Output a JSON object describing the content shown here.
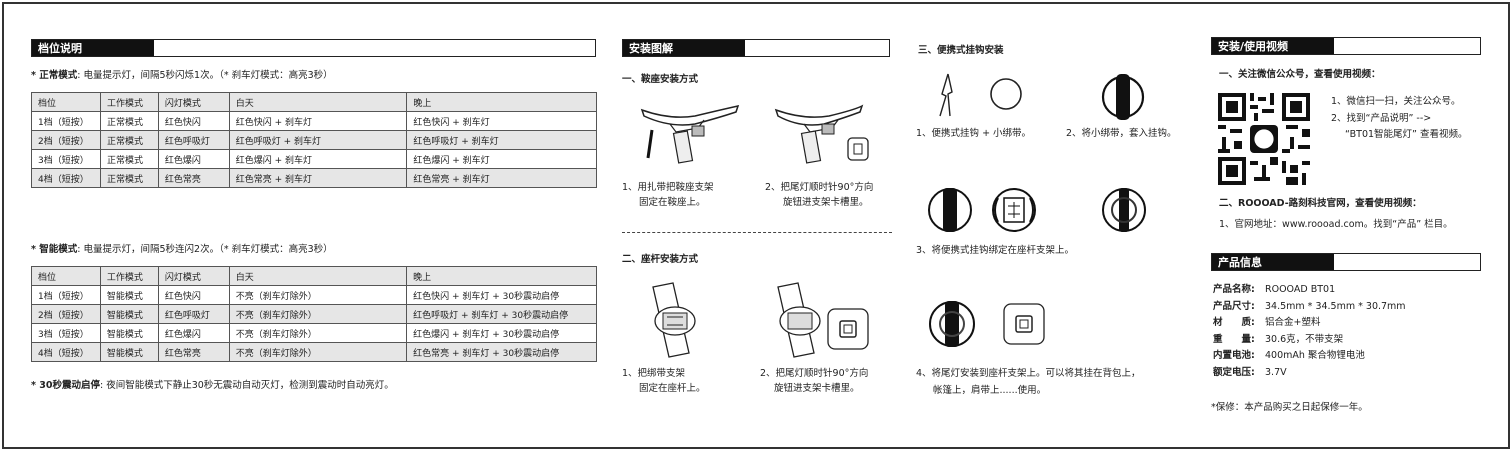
{
  "left": {
    "header": "档位说明",
    "normal_note_bold": "* 正常模式",
    "normal_note": ": 电量提示灯，间隔5秒闪烁1次。（* 刹车灯模式：高亮3秒）",
    "normal_table": {
      "headers": [
        "档位",
        "工作模式",
        "闪灯模式",
        "白天",
        "晚上"
      ],
      "rows": [
        [
          "1档（短按）",
          "正常模式",
          "红色快闪",
          "红色快闪 + 刹车灯",
          "红色快闪 + 刹车灯"
        ],
        [
          "2档（短按）",
          "正常模式",
          "红色呼吸灯",
          "红色呼吸灯 + 刹车灯",
          "红色呼吸灯 + 刹车灯"
        ],
        [
          "3档（短按）",
          "正常模式",
          "红色爆闪",
          "红色爆闪 + 刹车灯",
          "红色爆闪 + 刹车灯"
        ],
        [
          "4档（短按）",
          "正常模式",
          "红色常亮",
          "红色常亮 + 刹车灯",
          "红色常亮 + 刹车灯"
        ]
      ]
    },
    "smart_note_bold": "* 智能模式",
    "smart_note": ": 电量提示灯，间隔5秒连闪2次。（* 刹车灯模式：高亮3秒）",
    "smart_table": {
      "headers": [
        "档位",
        "工作模式",
        "闪灯模式",
        "白天",
        "晚上"
      ],
      "rows": [
        [
          "1档（短按）",
          "智能模式",
          "红色快闪",
          "不亮（刹车灯除外）",
          "红色快闪 + 刹车灯 + 30秒震动启停"
        ],
        [
          "2档（短按）",
          "智能模式",
          "红色呼吸灯",
          "不亮（刹车灯除外）",
          "红色呼吸灯 + 刹车灯 + 30秒震动启停"
        ],
        [
          "3档（短按）",
          "智能模式",
          "红色爆闪",
          "不亮（刹车灯除外）",
          "红色爆闪 + 刹车灯 + 30秒震动启停"
        ],
        [
          "4档（短按）",
          "智能模式",
          "红色常亮",
          "不亮（刹车灯除外）",
          "红色常亮 + 刹车灯 + 30秒震动启停"
        ]
      ]
    },
    "vibration_note_bold": "* 30秒震动启停",
    "vibration_note": ": 夜间智能模式下静止30秒无震动自动灭灯，检测到震动时自动亮灯。"
  },
  "install": {
    "header": "安装图解",
    "saddle_title": "一、鞍座安装方式",
    "saddle_step1_line1": "1、用扎带把鞍座支架",
    "saddle_step1_line2": "固定在鞍座上。",
    "saddle_step2_line1": "2、把尾灯顺时针90°方向",
    "saddle_step2_line2": "旋钮进支架卡槽里。",
    "seatpost_title": "二、座杆安装方式",
    "seatpost_step1_line1": "1、把绑带支架",
    "seatpost_step1_line2": "固定在座杆上。",
    "seatpost_step2_line1": "2、把尾灯顺时针90°方向",
    "seatpost_step2_line2": "旋钮进支架卡槽里。"
  },
  "portable": {
    "title": "三、便携式挂钩安装",
    "step1": "1、便携式挂钩 + 小绑带。",
    "step2": "2、将小绑带，套入挂钩。",
    "step3": "3、将便携式挂钩绑定在座杆支架上。",
    "step4_line1": "4、将尾灯安装到座杆支架上。可以将其挂在背包上，",
    "step4_line2": "帐篷上，肩带上......使用。"
  },
  "video": {
    "header": "安装/使用视频",
    "wechat_title": "一、关注微信公众号，查看使用视频：",
    "wechat_step1": "1、微信扫一扫，关注公众号。",
    "wechat_step2": "2、找到“产品说明” -->",
    "wechat_step3": "“BT01智能尾灯” 查看视频。",
    "site_title": "二、ROOOAD-路刻科技官网，查看使用视频：",
    "site_step": "1、官网地址：www.roooad.com。找到“产品” 栏目。"
  },
  "product": {
    "header": "产品信息",
    "specs": [
      {
        "label": "产品名称:",
        "value": "ROOOAD BT01"
      },
      {
        "label": "产品尺寸:",
        "value": "34.5mm * 34.5mm * 30.7mm"
      },
      {
        "label": "材　　质:",
        "value": "铝合金+塑料"
      },
      {
        "label": "重　　量:",
        "value": "30.6克，不带支架"
      },
      {
        "label": "内置电池:",
        "value": "400mAh 聚合物锂电池"
      },
      {
        "label": "额定电压:",
        "value": "3.7V"
      }
    ],
    "warranty": "*保修：本产品购买之日起保修一年。"
  }
}
